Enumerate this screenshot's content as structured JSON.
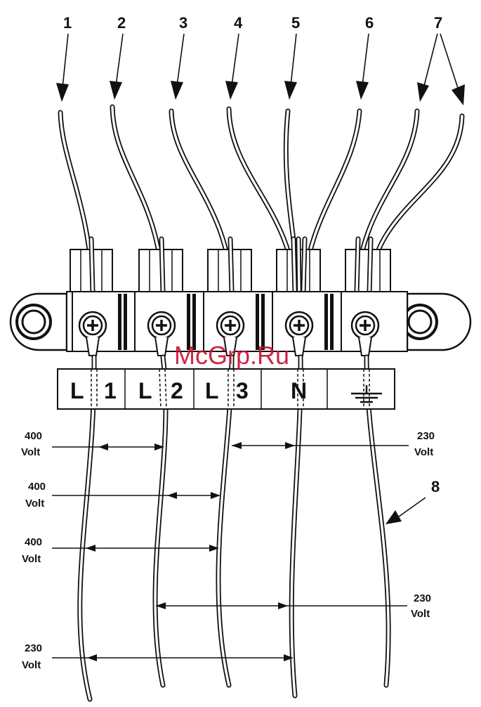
{
  "callouts": [
    "1",
    "2",
    "3",
    "4",
    "5",
    "6",
    "7",
    "8"
  ],
  "terminals": [
    {
      "letter": "L",
      "number": "1"
    },
    {
      "letter": "L",
      "number": "2"
    },
    {
      "letter": "L",
      "number": "3"
    },
    {
      "letter": "N",
      "number": ""
    },
    {
      "letter": "",
      "number": "",
      "symbol": "ground-symbol"
    }
  ],
  "voltages": [
    {
      "value": "400",
      "unit": "Volt"
    },
    {
      "value": "400",
      "unit": "Volt"
    },
    {
      "value": "400",
      "unit": "Volt"
    },
    {
      "value": "230",
      "unit": "Volt"
    },
    {
      "value": "230",
      "unit": "Volt"
    },
    {
      "value": "230",
      "unit": "Volt"
    }
  ],
  "watermark": "McGrp.Ru"
}
